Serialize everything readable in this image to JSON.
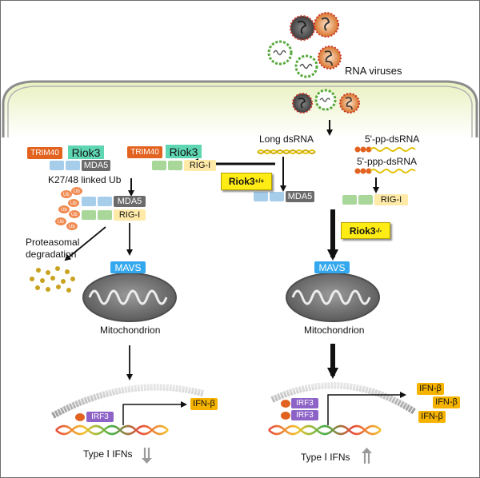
{
  "labels": {
    "rna_viruses": "RNA viruses",
    "trim40": "TRIM40",
    "riok3": "Riok3",
    "mda5": "MDA5",
    "rig_i": "RIG-I",
    "k27_48": "K27/48 linked Ub",
    "long_dsrna": "Long dsRNA",
    "pp_dsrna": "5'-pp-dsRNA",
    "ppp_dsrna": "5'-ppp-dsRNA",
    "riok3_wt_base": "Riok3",
    "riok3_wt_sup": "+/+",
    "riok3_ko_base": "Riok3",
    "riok3_ko_sup": "-/-",
    "proteasomal": "Proteasomal",
    "degradation": "degradation",
    "mavs": "MAVS",
    "mitochondrion": "Mitochondrion",
    "irf3": "IRF3",
    "ifn_beta": "IFN-β",
    "type_ifns_left": "Type Ⅰ IFNs",
    "type_ifns_right": "Type Ⅰ IFNs",
    "ub": "Ub"
  },
  "colors": {
    "trim40": "#e2621f",
    "riok3": "#5fd6b2",
    "mda5": "#6b6b6b",
    "rig_i": "#ffeaa8",
    "mavs": "#33a8ee",
    "irf3": "#8e63c8",
    "ifn": "#f5b300",
    "riok3_switch": "#ffec15",
    "ubiquitin": "#f08a50",
    "membrane": "#f2f6dc"
  },
  "arrows": {
    "left_ifn_trend": "down",
    "right_ifn_trend": "up"
  }
}
